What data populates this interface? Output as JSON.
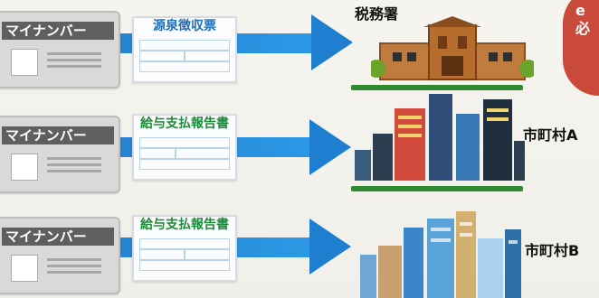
{
  "rows": [
    {
      "card_label": "マイナンバー",
      "document_title": "源泉徴収票",
      "recipient": "税務署"
    },
    {
      "card_label": "マイナンバー",
      "document_title": "給与支払報告書",
      "recipient": "市町村A"
    },
    {
      "card_label": "マイナンバー",
      "document_title": "給与支払報告書",
      "recipient": "市町村B"
    }
  ],
  "badge": {
    "line1": "e",
    "line2": "必"
  },
  "colors": {
    "arrow_blue": "#1e7fd0",
    "card_title_bg": "#5f5f5f",
    "tax_doc_title": "#1e6fbe",
    "report_doc_title": "#1f8a3a",
    "badge_red": "#c94a3b"
  },
  "icons": [
    "id-card-icon",
    "document-icon",
    "arrow-right-icon",
    "tax-office-building-icon",
    "city-buildings-icon"
  ]
}
